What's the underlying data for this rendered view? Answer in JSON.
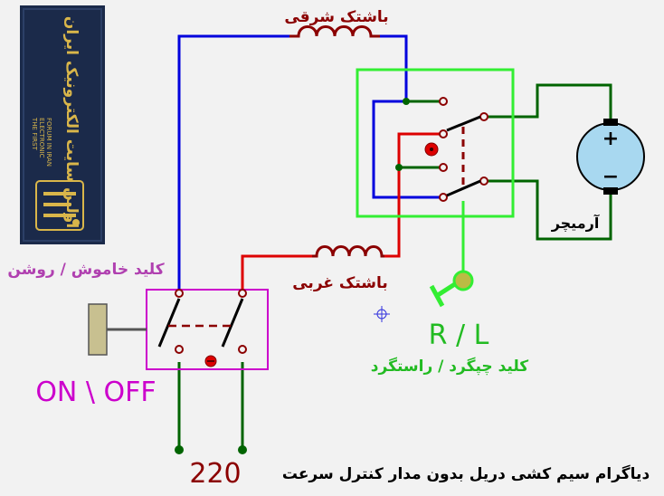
{
  "labels": {
    "coil_east": "باشتک شرقی",
    "coil_west": "باشتک غربی",
    "armature": "آرمیچر",
    "power_switch": "کلید خاموش / روشن",
    "on_off": "ON \\ OFF",
    "direction_toggle": "R / L",
    "direction_switch": "کلید چپگرد / راستگرد",
    "supply": "220",
    "caption": "دیاگرام سیم کشی دریل  بدون مدار کنترل سرعت"
  },
  "logo": {
    "text_main": "اولین سایت الکترونیک ایران",
    "text_en_1": "THE FIRST",
    "text_en_2": "ELECTRONIC",
    "text_en_3": "FORUM IN IRAN"
  },
  "motor": {
    "plus": "+",
    "minus": "−"
  },
  "colors": {
    "background": "#f2f2f2",
    "blue_wire": "#0000dd",
    "red_wire": "#dd0000",
    "green_wire": "#006400",
    "switch_box": "#33ee33",
    "power_box": "#cc00cc",
    "label_dark_red": "#8b0000",
    "label_magenta": "#b040b0",
    "label_green": "#22bb22",
    "motor_fill": "#a8d8f0",
    "logo_bg": "#1b2a4a",
    "logo_gold": "#d9b64a"
  }
}
